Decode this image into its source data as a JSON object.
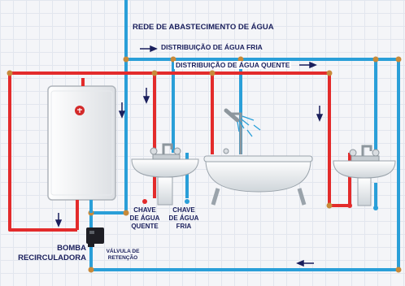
{
  "labels": {
    "water_supply": "REDE DE ABASTECIMENTO DE ÁGUA",
    "cold_distribution": "DISTRIBUIÇÃO DE ÁGUA FRIA",
    "hot_distribution": "DISTRIBUIÇÃO DE ÁGUA QUENTE",
    "hot_valve_line1": "CHAVE",
    "hot_valve_line2": "DE ÁGUA",
    "hot_valve_line3": "QUENTE",
    "cold_valve_line1": "CHAVE",
    "cold_valve_line2": "DE ÁGUA",
    "cold_valve_line3": "FRIA",
    "pump_line1": "BOMBA",
    "pump_line2": "RECIRCULADORA",
    "check_valve_line1": "VÁLVULA DE",
    "check_valve_line2": "RETENÇÃO"
  },
  "colors": {
    "hot_pipe": "#e32b2b",
    "cold_pipe": "#2a9fd8",
    "joint": "#c88a3a",
    "text": "#1a1f5c"
  },
  "icons": [
    "water-heater-icon",
    "sink-icon",
    "bathtub-icon",
    "shower-head-icon",
    "pump-icon",
    "arrow-icon"
  ]
}
